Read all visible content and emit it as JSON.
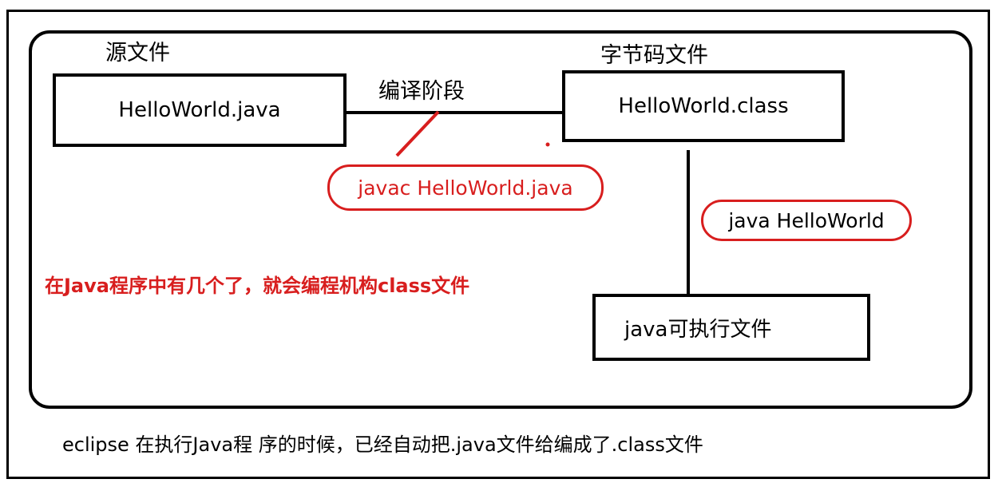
{
  "diagram": {
    "source_label": "源文件",
    "bytecode_label": "字节码文件",
    "compile_stage_label": "编译阶段",
    "source_file": "HelloWorld.java",
    "class_file": "HelloWorld.class",
    "executable_file": "java可执行文件",
    "compile_command": "javac HelloWorld.java",
    "run_command": "java HelloWorld",
    "note": "在Java程序中有几个了，就会编程机构class文件",
    "caption": "eclipse 在执行Java程 序的时候，已经自动把.java文件给编成了.class文件"
  },
  "colors": {
    "ink": "#000000",
    "annotation_red": "#d81e1e"
  }
}
